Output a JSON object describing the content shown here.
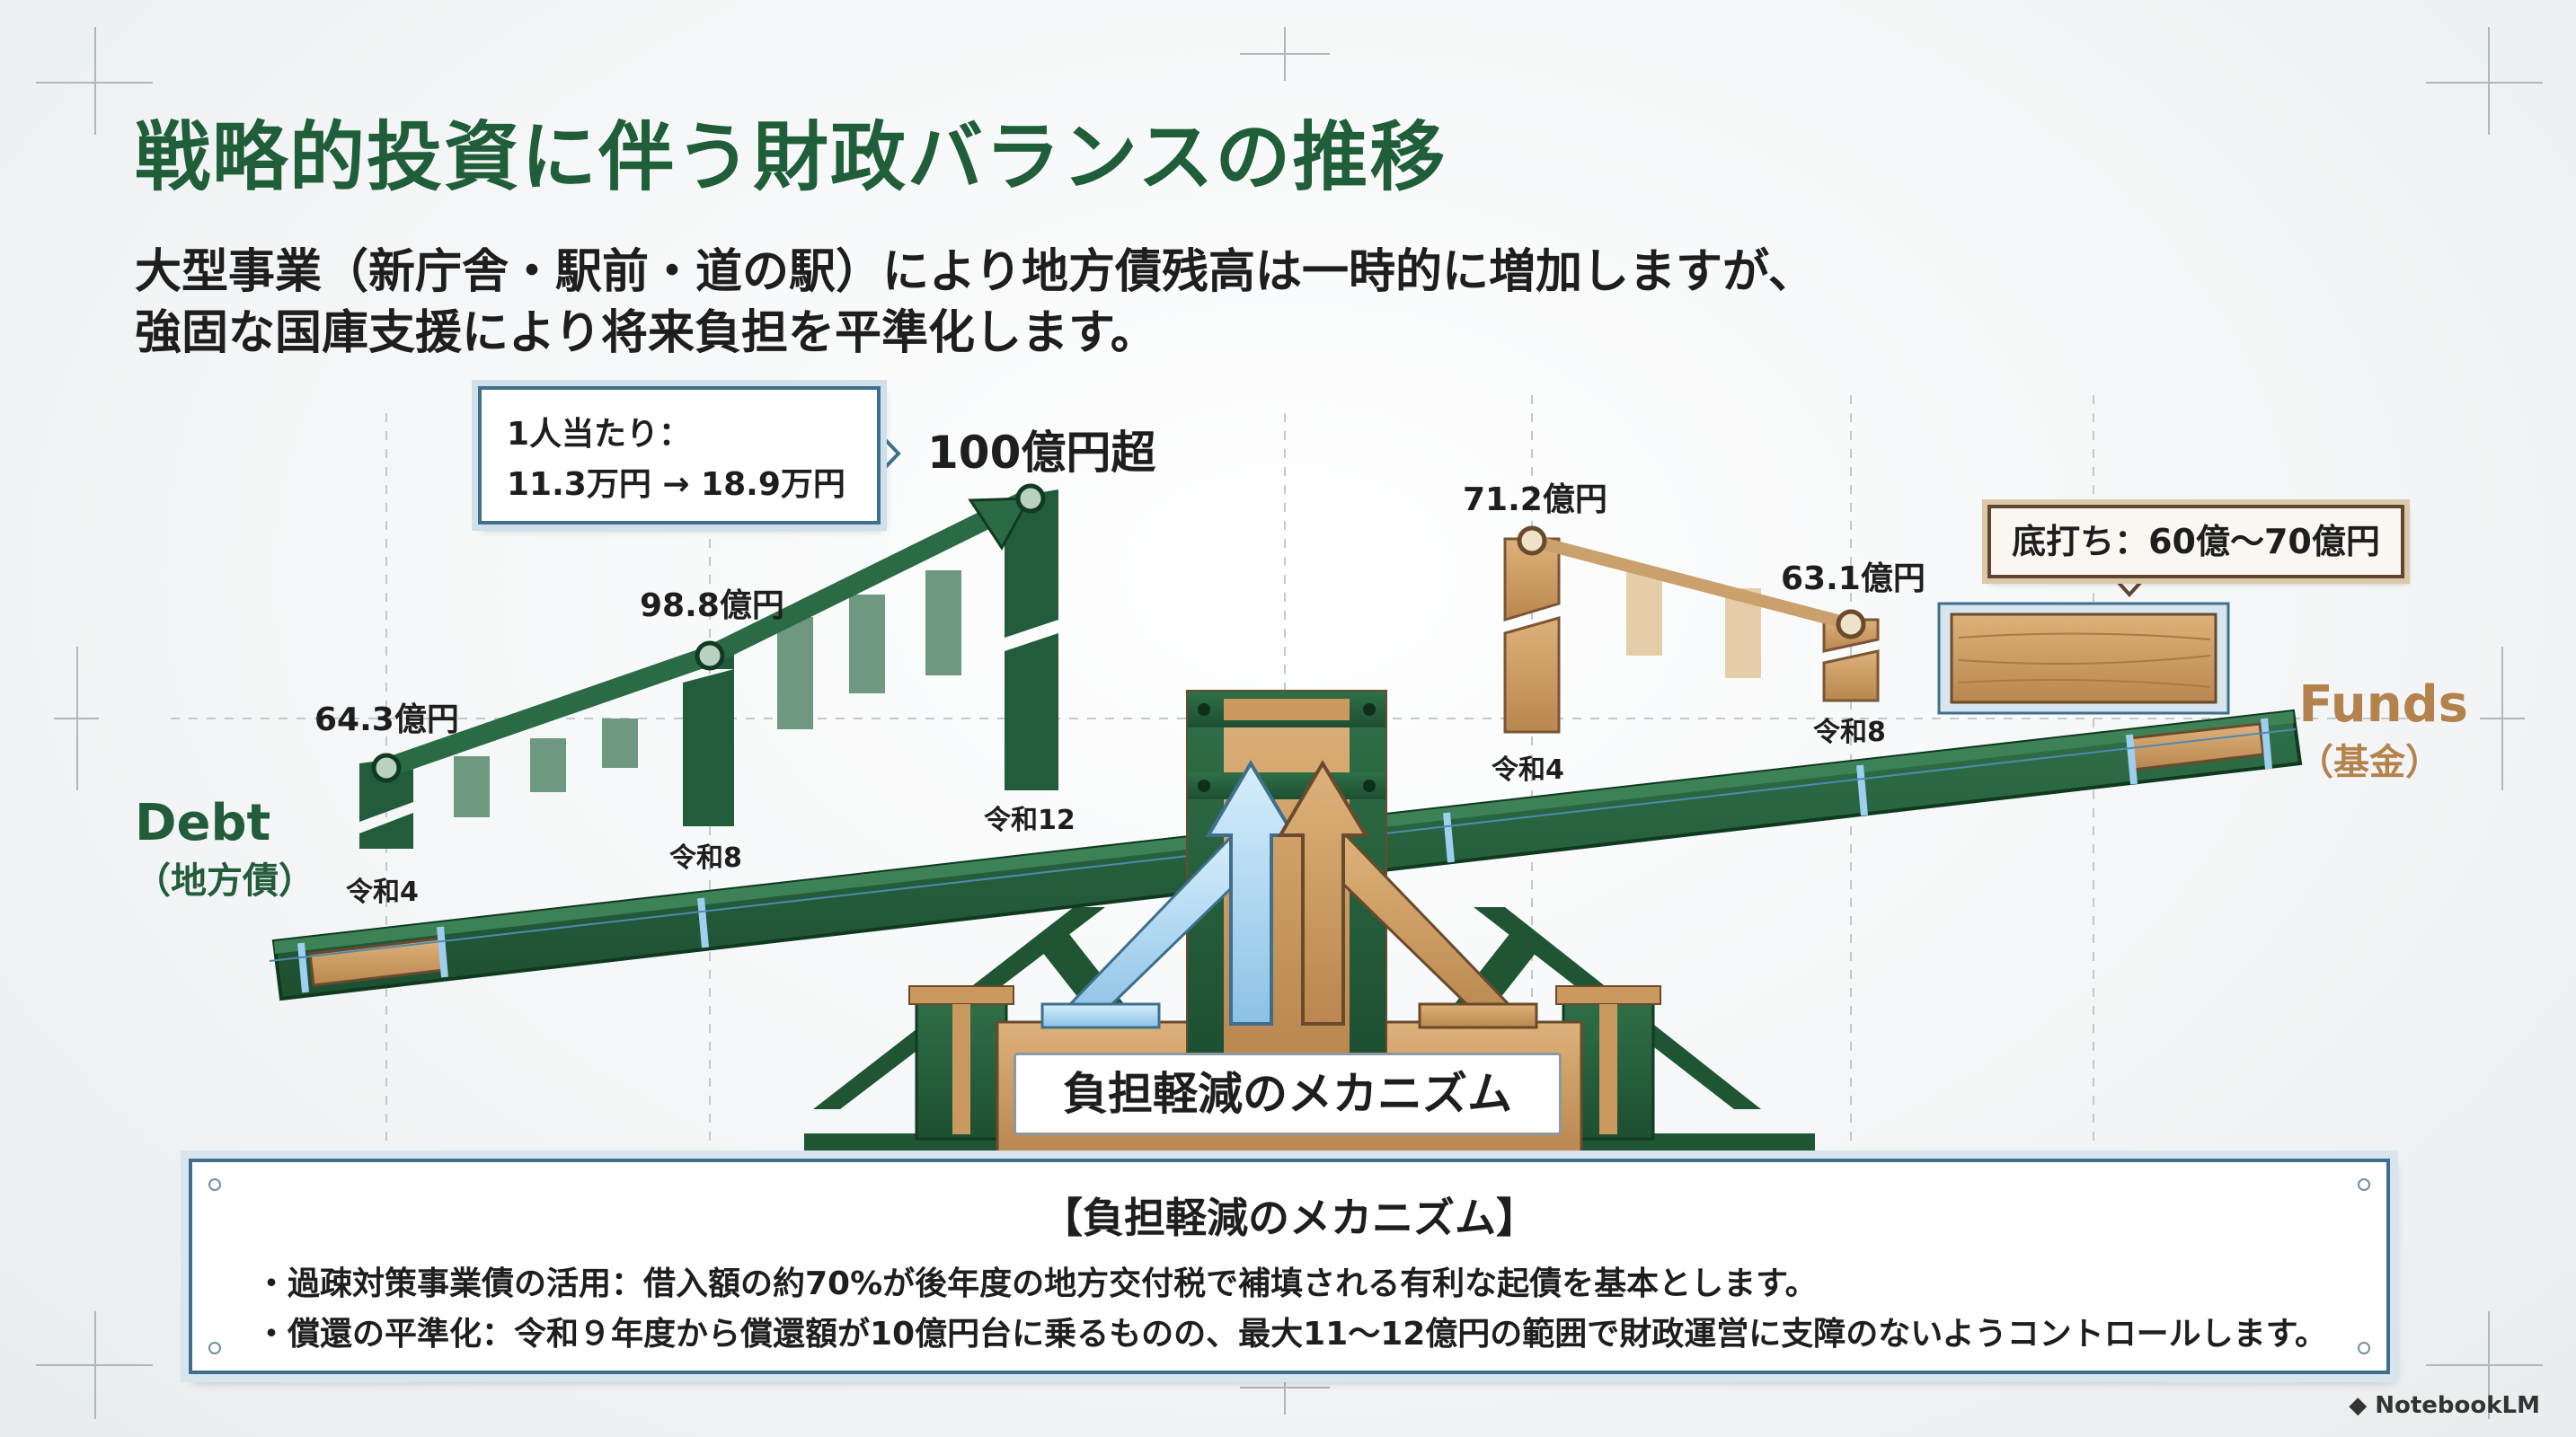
{
  "title": "戦略的投資に伴う財政バランスの推移",
  "subtitle": [
    "大型事業（新庁舎・駅前・道の駅）により地方債残高は一時的に増加しますが、",
    "強固な国庫支援により将来負担を平準化します。"
  ],
  "debt": {
    "title": "Debt",
    "subtitle": "（地方債）",
    "points": [
      {
        "era": "令和4",
        "value_label": "64.3億円"
      },
      {
        "era": "令和8",
        "value_label": "98.8億円"
      },
      {
        "era": "令和12",
        "value_label": "100億円超"
      }
    ],
    "per_capita": {
      "line1": "1人当たり：",
      "line2": "11.3万円 → 18.9万円"
    }
  },
  "funds": {
    "title": "Funds",
    "subtitle": "（基金）",
    "points": [
      {
        "era": "令和4",
        "value_label": "71.2億円"
      },
      {
        "era": "令和8",
        "value_label": "63.1億円"
      }
    ],
    "bottom_label": "底打ち：60億～70億円"
  },
  "mechanism_label": "負担軽減のメカニズム",
  "panel": {
    "title": "【負担軽減のメカニズム】",
    "bullets": [
      "・過疎対策事業債の活用：借入額の約70%が後年度の地方交付税で補填される有利な起債を基本とします。",
      "・償還の平準化：令和９年度から償還額が10億円台に乗るものの、最大11～12億円の範囲で財政運営に支障のないようコントロールします。"
    ]
  },
  "logo": "NotebookLM",
  "colors": {
    "green": "#225c3a",
    "wood": "#c9995f",
    "blue": "#9fcfee",
    "text": "#1e1e1e"
  }
}
